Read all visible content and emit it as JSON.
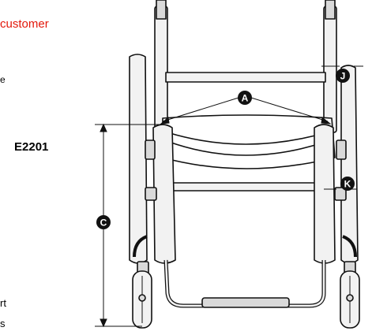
{
  "header": {
    "customer_label": "customer",
    "product_code": "E2201",
    "fragment_e": "e",
    "fragment_rt": "rt",
    "fragment_bottom": "s"
  },
  "callouts": [
    {
      "id": "A",
      "label": "A"
    },
    {
      "id": "C",
      "label": "C"
    },
    {
      "id": "J",
      "label": "J"
    },
    {
      "id": "K",
      "label": "K"
    }
  ],
  "colors": {
    "customer_text": "#e3170a",
    "ink": "#111111",
    "frame_fill": "#f2f2f2",
    "frame_shade": "#d9d9d9"
  }
}
